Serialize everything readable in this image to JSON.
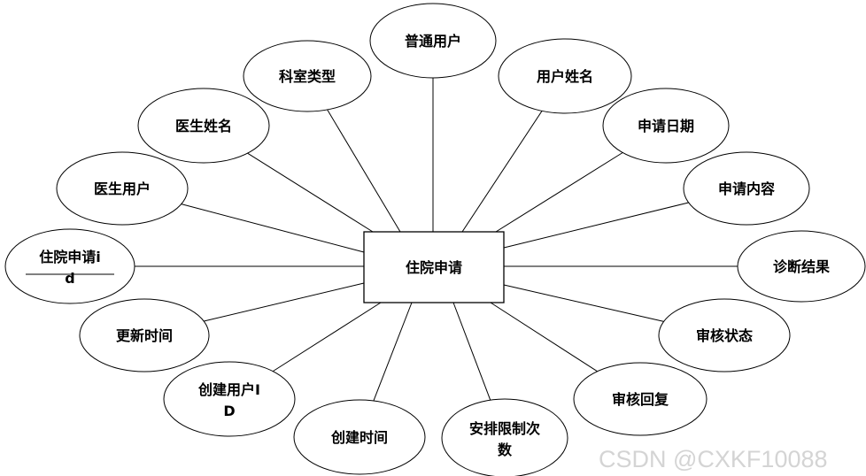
{
  "entity": {
    "name": "住院申请"
  },
  "attributes": [
    {
      "id": "putong-yonghu",
      "label": "普通用户"
    },
    {
      "id": "yonghu-xingming",
      "label": "用户姓名"
    },
    {
      "id": "shenqing-riqi",
      "label": "申请日期"
    },
    {
      "id": "shenqing-neirong",
      "label": "申请内容"
    },
    {
      "id": "zhenduan-jieguo",
      "label": "诊断结果"
    },
    {
      "id": "shenhe-zhuangtai",
      "label": "审核状态"
    },
    {
      "id": "shenhe-huifu",
      "label": "审核回复"
    },
    {
      "id": "anpai-xianzhi-cishu",
      "label": "安排限制次数"
    },
    {
      "id": "chuangjian-shijian",
      "label": "创建时间"
    },
    {
      "id": "chuangjian-yonghu-id",
      "label": "创建用户ID"
    },
    {
      "id": "gengxin-shijian",
      "label": "更新时间"
    },
    {
      "id": "zhuyuan-shenqing-id",
      "label": "住院申请id",
      "primary_key": true
    },
    {
      "id": "yisheng-yonghu",
      "label": "医生用户"
    },
    {
      "id": "yisheng-xingming",
      "label": "医生姓名"
    },
    {
      "id": "keshi-leixing",
      "label": "科室类型"
    }
  ],
  "watermark": "CSDN @CXKF10088"
}
